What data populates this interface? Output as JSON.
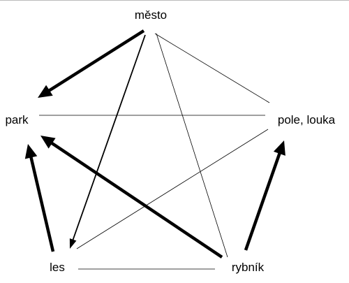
{
  "diagram": {
    "nodes": [
      {
        "id": "mesto",
        "label": "město"
      },
      {
        "id": "park",
        "label": "park"
      },
      {
        "id": "pole",
        "label": "pole, louka"
      },
      {
        "id": "les",
        "label": "les"
      },
      {
        "id": "rybnik",
        "label": "rybník"
      }
    ],
    "edges": [
      {
        "from": "mesto",
        "to": "park",
        "directed": true,
        "weight": "heavy"
      },
      {
        "from": "mesto",
        "to": "les",
        "directed": true,
        "weight": "medium"
      },
      {
        "from": "mesto",
        "to": "pole",
        "directed": false,
        "weight": "thin"
      },
      {
        "from": "mesto",
        "to": "rybnik",
        "directed": false,
        "weight": "thin"
      },
      {
        "from": "park",
        "to": "pole",
        "directed": false,
        "weight": "thin"
      },
      {
        "from": "les",
        "to": "park",
        "directed": true,
        "weight": "heavy"
      },
      {
        "from": "les",
        "to": "pole",
        "directed": false,
        "weight": "thin"
      },
      {
        "from": "les",
        "to": "rybnik",
        "directed": false,
        "weight": "thin"
      },
      {
        "from": "rybnik",
        "to": "park",
        "directed": true,
        "weight": "heavy"
      },
      {
        "from": "rybnik",
        "to": "pole",
        "directed": true,
        "weight": "heavy"
      }
    ]
  }
}
